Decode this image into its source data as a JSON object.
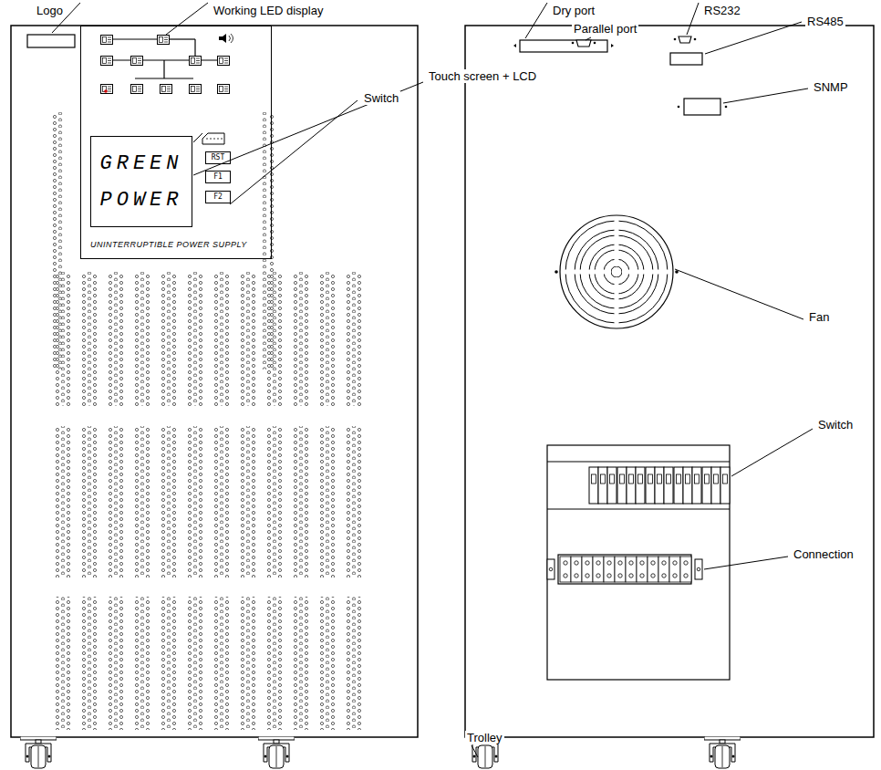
{
  "diagram": {
    "nodes": [
      {
        "text": [
          "UNINTERRUPTIBLE POWER SUPPLY"
        ]
      },
      {
        "text": [
          "GREEN POWER"
        ],
        "in": 0
      },
      {
        "text": [
          "RST"
        ],
        "in": 0
      },
      {
        "text": [
          "F1"
        ],
        "in": 0
      },
      {
        "text": [
          "F2"
        ],
        "in": 0
      }
    ],
    "labels": [
      "Logo",
      "Working LED display",
      "Touch screen + LCD",
      "Switch",
      "Dry port",
      "Parallel port",
      "RS232",
      "RS485",
      "SNMP",
      "Fan",
      "Switch",
      "Connection",
      "Trolley"
    ]
  }
}
